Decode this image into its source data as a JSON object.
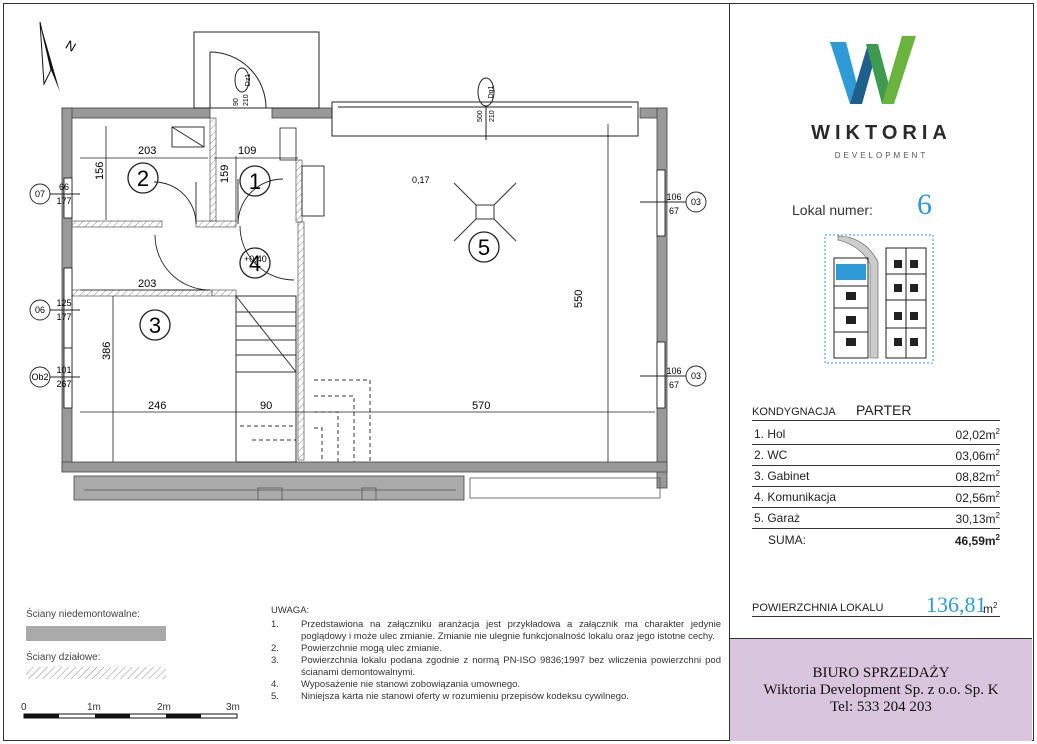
{
  "north": {
    "label": "N"
  },
  "plan": {
    "rooms": [
      {
        "no": "1"
      },
      {
        "no": "2"
      },
      {
        "no": "3"
      },
      {
        "no": "4"
      },
      {
        "no": "5"
      }
    ],
    "dims": {
      "d203a": "203",
      "d109": "109",
      "d156": "156",
      "d159": "159",
      "d203b": "203",
      "d386": "386",
      "d246": "246",
      "d90": "90",
      "d570": "570",
      "d550": "550",
      "lvl1": "0,17",
      "lvl2": "+0,40"
    },
    "door_dz1": {
      "id": "Dz1",
      "w": "90",
      "h": "210"
    },
    "gate_dg1": {
      "id": "Dg1",
      "w": "500",
      "h": "210"
    },
    "windows": [
      {
        "id": "07",
        "w": "66",
        "h": "177"
      },
      {
        "id": "06",
        "w": "125",
        "h": "177"
      },
      {
        "id": "Ob2",
        "w": "101",
        "h": "267"
      },
      {
        "id": "03",
        "w": "106",
        "h": "67"
      },
      {
        "id": "03",
        "w": "106",
        "h": "67"
      }
    ]
  },
  "brand": {
    "name": "WIKTORIA",
    "sub": "DEVELOPMENT",
    "colors": {
      "blue": "#2e9bd6",
      "green": "#6ab43e",
      "dark": "#1f5f8b"
    }
  },
  "lokal": {
    "label": "Lokal numer:",
    "number": "6"
  },
  "kondygnacja": {
    "label": "KONDYGNACJA",
    "value": "PARTER"
  },
  "rooms_table": [
    {
      "name": "1. Hol",
      "area": "02,02m"
    },
    {
      "name": "2. WC",
      "area": "03,06m"
    },
    {
      "name": "3. Gabinet",
      "area": "08,82m"
    },
    {
      "name": "4. Komunikacja",
      "area": "02,56m"
    },
    {
      "name": "5. Garaż",
      "area": "30,13m"
    }
  ],
  "suma": {
    "label": "SUMA:",
    "value": "46,59m"
  },
  "powierzchnia": {
    "label": "POWIERZCHNIA LOKALU",
    "value": "136,81",
    "unit": "m"
  },
  "sup2": "2",
  "biuro": {
    "title": "BIURO SPRZEDAŻY",
    "company": "Wiktoria Development Sp. z o.o. Sp. K",
    "tel": "Tel: 533 204 203"
  },
  "legend": {
    "non_removable": "Ściany niedemontowalne:",
    "partition": "Ściany działowe:"
  },
  "scale": {
    "s0": "0",
    "s1": "1m",
    "s2": "2m",
    "s3": "3m"
  },
  "uwaga": {
    "title": "UWAGA:",
    "items": [
      {
        "no": "1.",
        "text": "Przedstawiona na załączniku aranżacja jest przykładowa a załącznik ma charakter jedynie poglądowy i może ulec zmianie. Zmianie nie ulegnie funkcjonalność lokalu oraz jego istotne cechy."
      },
      {
        "no": "2.",
        "text": "Powierzchnie mogą ulec zmianie."
      },
      {
        "no": "3.",
        "text": "Powierzchnia lokalu podana zgodnie z normą PN-ISO 9836;1997 bez wliczenia powierzchni pod ścianami demontowalnymi."
      },
      {
        "no": "4.",
        "text": "Wyposażenie nie stanowi zobowiązania umownego."
      },
      {
        "no": "5.",
        "text": "Niniejsza karta nie stanowi oferty w rozumieniu przepisów kodeksu cywilnego."
      }
    ]
  }
}
